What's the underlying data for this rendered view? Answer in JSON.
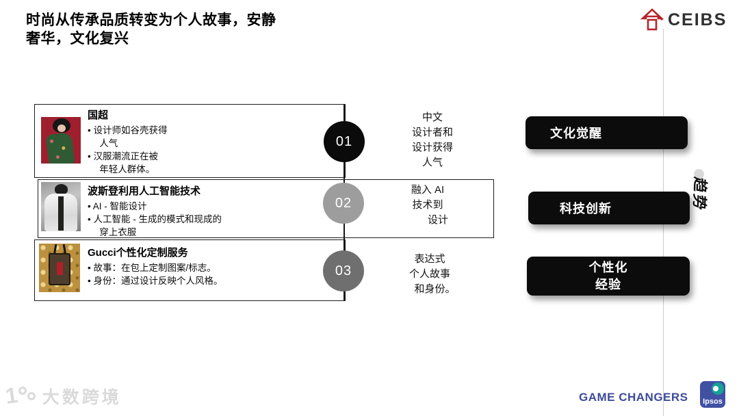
{
  "slide": {
    "title": "时尚从传承品质转变为个人故事，安静\n奢华，文化复兴"
  },
  "header": {
    "ceibs_logo_icon": "ceibs-pavilion-icon",
    "ceibs_logo_text": "CEIBS",
    "ceibs_red": "#b5252c"
  },
  "rows": [
    {
      "number": "01",
      "circle_color": "#0b0b0b",
      "image": "qipao-woman-photo",
      "heading": "国超",
      "bullets": "• 设计师如谷壳获得\n　 人气\n• 汉服潮流正在被\n　 年轻人群体。",
      "middle_note": "中文\n设计者和\n设计获得\n人气",
      "label": "文化觉醒"
    },
    {
      "number": "02",
      "circle_color": "#9d9d9d",
      "image": "puffer-jacket-man-photo",
      "heading": "波斯登利用人工智能技术",
      "bullets": "• AI - 智能设计\n• 人工智能 - 生成的模式和现成的\n　 穿上衣服",
      "middle_note": "融入 AI\n技术到　\n　　设计",
      "label": "科技创新"
    },
    {
      "number": "03",
      "circle_color": "#6f6f6f",
      "image": "gucci-bag-photo",
      "heading": "Gucci个性化定制服务",
      "bullets": "• 故事：在包上定制图案/标志。\n• 身份：通过设计反映个人风格。",
      "middle_note": "表达式\n个人故事\n　和身份。",
      "label": "个性化\n经验"
    }
  ],
  "timeline": {
    "rotated_label": "趋势",
    "dot_color": "#d9d9d9",
    "line_color": "#cccccc"
  },
  "watermark": {
    "text": "大数跨境",
    "color": "#dadada"
  },
  "footer": {
    "tagline": "GAME CHANGERS",
    "tagline_color": "#3c4b9a",
    "ipsos_label": "Ipsos",
    "ipsos_blue": "#4150a3",
    "ipsos_teal": "#16a296"
  }
}
